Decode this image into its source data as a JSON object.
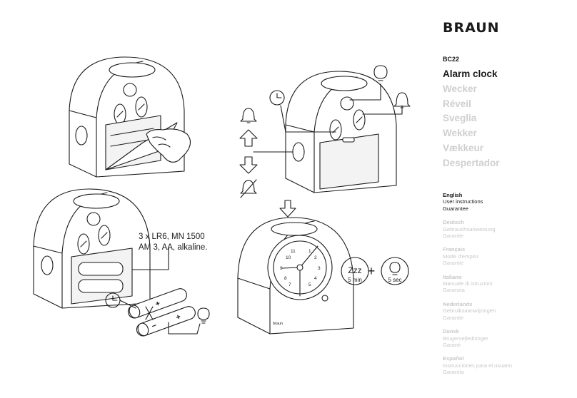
{
  "brand": {
    "logo": "BRAUN"
  },
  "product": {
    "model": "BC22",
    "names": [
      "Alarm clock",
      "Wecker",
      "Réveil",
      "Sveglia",
      "Wekker",
      "Vækkeur",
      "Despertador"
    ]
  },
  "languages": [
    {
      "name": "English",
      "instructions": "User instructions",
      "guarantee": "Guarantee"
    },
    {
      "name": "Deutsch",
      "instructions": "Gebrauchsanweisung",
      "guarantee": "Garantie"
    },
    {
      "name": "Français",
      "instructions": "Mode d'emploi",
      "guarantee": "Garantie"
    },
    {
      "name": "Italiano",
      "instructions": "Manuale di istruzioni",
      "guarantee": "Garanzia"
    },
    {
      "name": "Nederlands",
      "instructions": "Gebruiksaanwijzingen",
      "guarantee": "Garantie"
    },
    {
      "name": "Dansk",
      "instructions": "Brugervejledninger",
      "guarantee": "Garanti"
    },
    {
      "name": "Español",
      "instructions": "Instrucciones para el usuario",
      "guarantee": "Garantía"
    }
  ],
  "illustrations": {
    "battery_note_line1": "3 x LR6, MN 1500",
    "battery_note_line2": "AM 3, AA, alkaline.",
    "snooze_label": "Zzz",
    "snooze_duration": "5 min",
    "light_duration": "5 sec",
    "plus_sign": "+",
    "clock_brand": "braun"
  },
  "colors": {
    "text": "#1a1a1a",
    "muted": "#cfcfcf"
  }
}
